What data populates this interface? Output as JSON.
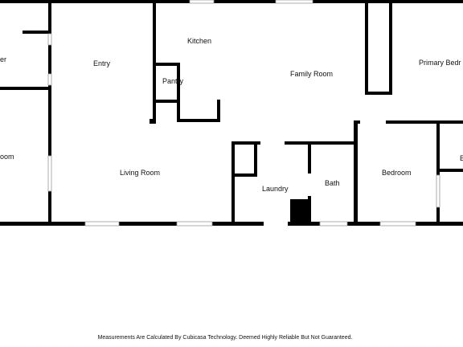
{
  "plan": {
    "rooms": {
      "kitchen": "Kitchen",
      "entry": "Entry",
      "pantry": "Pantry",
      "family_room": "Family Room",
      "primary_bedroom": "Primary Bedr",
      "left_partial_top": "er",
      "left_partial_mid": "oom",
      "living_room": "Living Room",
      "laundry": "Laundry",
      "bath": "Bath",
      "bedroom": "Bedroom",
      "right_partial": "B"
    },
    "disclaimer": "Measurements Are Calculated By Cubicasa Technology. Deemed Highly Reliable But Not Guaranteed."
  }
}
